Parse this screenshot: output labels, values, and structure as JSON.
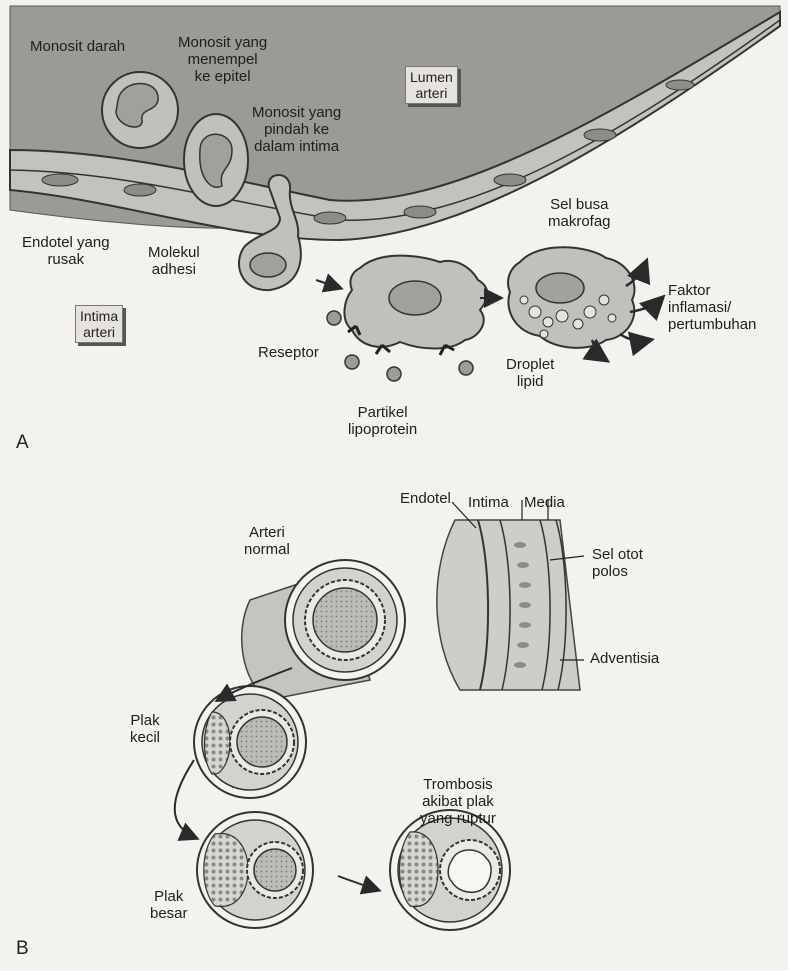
{
  "panel_a": {
    "letter": "A",
    "lumen_box": "Lumen\narteri",
    "intima_box": "Intima\narteri",
    "labels": {
      "monosit_darah": "Monosit darah",
      "monosit_menempel": "Monosit yang\nmenempel\nke epitel",
      "monosit_pindah": "Monosit yang\npindah ke\ndalam intima",
      "endotel_rusak": "Endotel yang\nrusak",
      "molekul_adhesi": "Molekul\nadhesi",
      "sel_busa": "Sel busa\nmakrofag",
      "faktor": "Faktor\ninflamasi/\npertumbuhan",
      "reseptor": "Reseptor",
      "droplet": "Droplet\nlipid",
      "partikel": "Partikel\nlipoprotein"
    }
  },
  "panel_b": {
    "letter": "B",
    "labels": {
      "endotel": "Endotel",
      "intima": "Intima",
      "media": "Media",
      "arteri_normal": "Arteri\nnormal",
      "sel_otot": "Sel otot\npolos",
      "adventisia": "Adventisia",
      "plak_kecil": "Plak\nkecil",
      "plak_besar": "Plak\nbesar",
      "trombosis": "Trombosis\nakibat plak\nyang ruptur"
    }
  },
  "colors": {
    "lumen_fill": "#9c9a96",
    "cell_fill": "#b7b5b1",
    "ink": "#2a2a2a",
    "paper": "#f4f2ee"
  }
}
